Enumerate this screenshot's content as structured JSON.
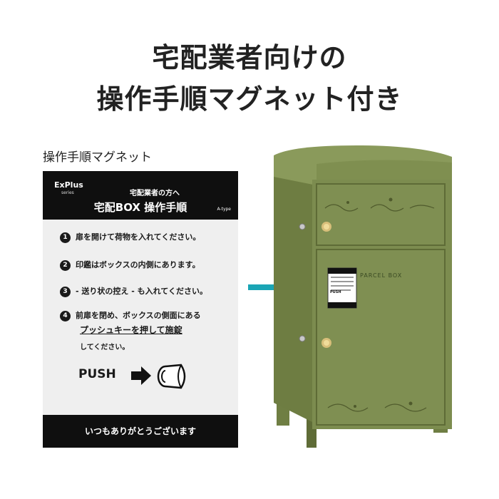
{
  "headline": {
    "line1": "宅配業者向けの",
    "line2": "操作手順マグネット付き"
  },
  "magnet_caption": "操作手順マグネット",
  "card": {
    "brand": "ExPlus",
    "brand_sub": "series",
    "subtitle": "宅配業者の方へ",
    "title": "宅配BOX 操作手順",
    "type_label": "A-type",
    "steps": [
      {
        "num": "1",
        "text": "扉を開けて荷物を入れてください。"
      },
      {
        "num": "2",
        "text": "印鑑はボックスの内側にあります。"
      },
      {
        "num": "3",
        "text": "- 送り状の控え - も入れてください。"
      },
      {
        "num": "4",
        "text": "前扉を閉め、ボックスの側面にある"
      }
    ],
    "step4_emphasis": "プッシュキーを押して施錠",
    "step4_end": "してください。",
    "push_label": "PUSH",
    "footer": "いつもありがとうございます"
  },
  "box": {
    "door_label": "PARCEL BOX",
    "mini_label_push": "PUSH"
  },
  "colors": {
    "box_green": "#7c8c4f",
    "arrow_teal": "#1aa5b5",
    "card_black": "#0f0f0f"
  }
}
